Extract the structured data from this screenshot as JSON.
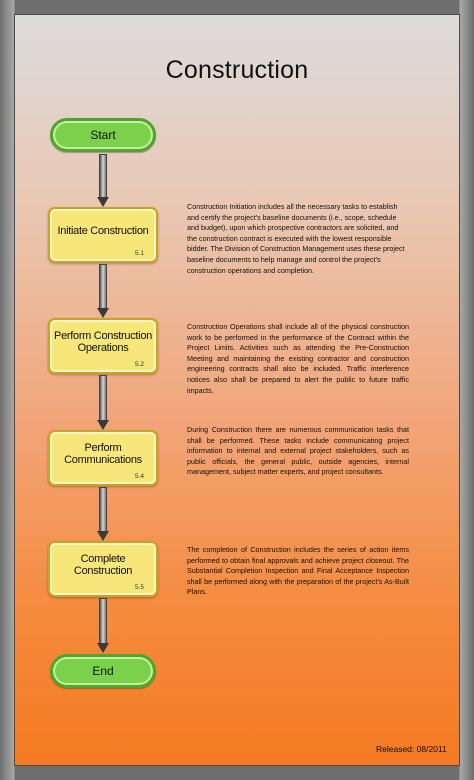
{
  "title": "Construction",
  "start": {
    "label": "Start"
  },
  "end": {
    "label": "End"
  },
  "steps": [
    {
      "label": "Initiate Construction",
      "number": "5.1",
      "description": "Construction Initiation includes all the necessary tasks to establish and certify the project's baseline documents (i.e., scope, schedule and budget), upon which prospective contractors are solicited, and the construction contract is executed with the lowest responsible bidder. The Division of Construction Management uses these project baseline documents to help manage and control the project's construction operations and completion."
    },
    {
      "label": "Perform Construction Operations",
      "number": "5.2",
      "description": "Construction Operations shall include all of the physical construction work to be performed in the performance of the Contract within the Project Limits. Activities such as attending the Pre-Construction Meeting and maintaining the existing contractor and construction engineering contracts shall also be included. Traffic interference notices also shall be prepared to alert the public to future traffic impacts."
    },
    {
      "label": "Perform Communications",
      "number": "5.4",
      "description": "During Construction there are numerous communication tasks that shall be performed.  These tasks include communicating project information to internal and external project stakeholders, such as public officials, the general public, outside agencies, internal management, subject matter experts, and project consultants."
    },
    {
      "label": "Complete Construction",
      "number": "5.5",
      "description": "The completion of Construction includes the series of action items performed to obtain final approvals and achieve project closeout. The Substantial Completion Inspection and Final Acceptance Inspection shall be performed along with the preparation of the project's As-Built Plans."
    }
  ],
  "released": "Released: 08/2011",
  "colors": {
    "terminal_fill": "#7bd24a",
    "process_fill": "#f7e67a",
    "process_border": "#c9a323"
  }
}
